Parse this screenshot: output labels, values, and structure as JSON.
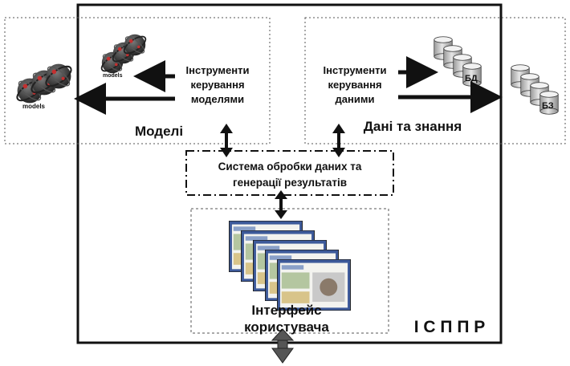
{
  "models_tools": {
    "line1": "Інструменти",
    "line2": "керування",
    "line3": "моделями"
  },
  "data_tools": {
    "line1": "Інструменти",
    "line2": "керування",
    "line3": "даними"
  },
  "models_title": "Моделі",
  "data_title": "Дані та знання",
  "processing": {
    "line1": "Система обробки даних та",
    "line2": "генерації результатів"
  },
  "interface": {
    "line1": "Інтерфейс",
    "line2": "користувача"
  },
  "system_label": "І С П П Р",
  "db_label": "БД",
  "kb_label": "БЗ",
  "model_badge": "models",
  "colors": {
    "line": "#111111",
    "dash": "#333333",
    "db_fill": "#d9d9d9",
    "model_dark": "#3a3a3a"
  }
}
